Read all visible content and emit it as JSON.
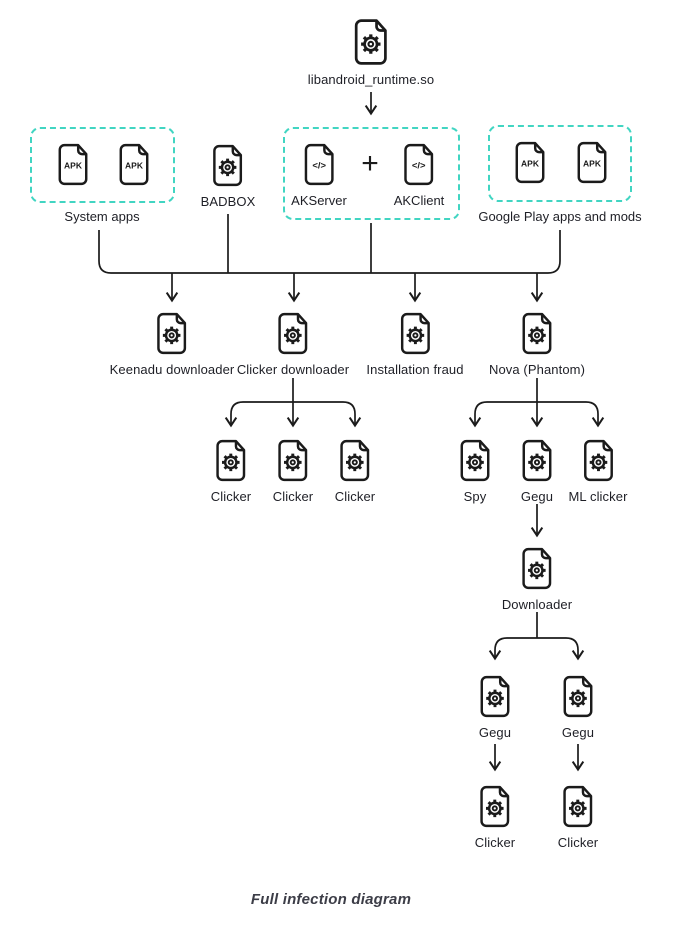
{
  "diagram": {
    "caption": "Full infection diagram",
    "plus_sign": "+",
    "accent_color": "#41d5c2",
    "line_color": "#1b1b1b",
    "root": {
      "label": "libandroid_runtime.so",
      "icon": "gear-file"
    },
    "sources": {
      "system_apps": {
        "label": "System apps",
        "icons": [
          "apk-file",
          "apk-file"
        ]
      },
      "badbox": {
        "label": "BADBOX",
        "icon": "gear-file"
      },
      "ak_pair": {
        "left": {
          "label": "AKServer",
          "icon": "code-file"
        },
        "right": {
          "label": "AKClient",
          "icon": "code-file"
        }
      },
      "google_play": {
        "label": "Google Play apps and mods",
        "icons": [
          "apk-file",
          "apk-file"
        ]
      }
    },
    "payloads": [
      {
        "label": "Keenadu downloader",
        "icon": "gear-file"
      },
      {
        "label": "Clicker downloader",
        "icon": "gear-file"
      },
      {
        "label": "Installation fraud",
        "icon": "gear-file"
      },
      {
        "label": "Nova (Phantom)",
        "icon": "gear-file"
      }
    ],
    "clicker_downloader_children": [
      {
        "label": "Clicker",
        "icon": "gear-file"
      },
      {
        "label": "Clicker",
        "icon": "gear-file"
      },
      {
        "label": "Clicker",
        "icon": "gear-file"
      }
    ],
    "nova_children": [
      {
        "label": "Spy",
        "icon": "gear-file"
      },
      {
        "label": "Gegu",
        "icon": "gear-file"
      },
      {
        "label": "ML clicker",
        "icon": "gear-file"
      }
    ],
    "downloader": {
      "label": "Downloader",
      "icon": "gear-file"
    },
    "downloader_children": [
      {
        "label": "Gegu",
        "icon": "gear-file"
      },
      {
        "label": "Gegu",
        "icon": "gear-file"
      }
    ],
    "final_clickers": [
      {
        "label": "Clicker",
        "icon": "gear-file"
      },
      {
        "label": "Clicker",
        "icon": "gear-file"
      }
    ]
  }
}
